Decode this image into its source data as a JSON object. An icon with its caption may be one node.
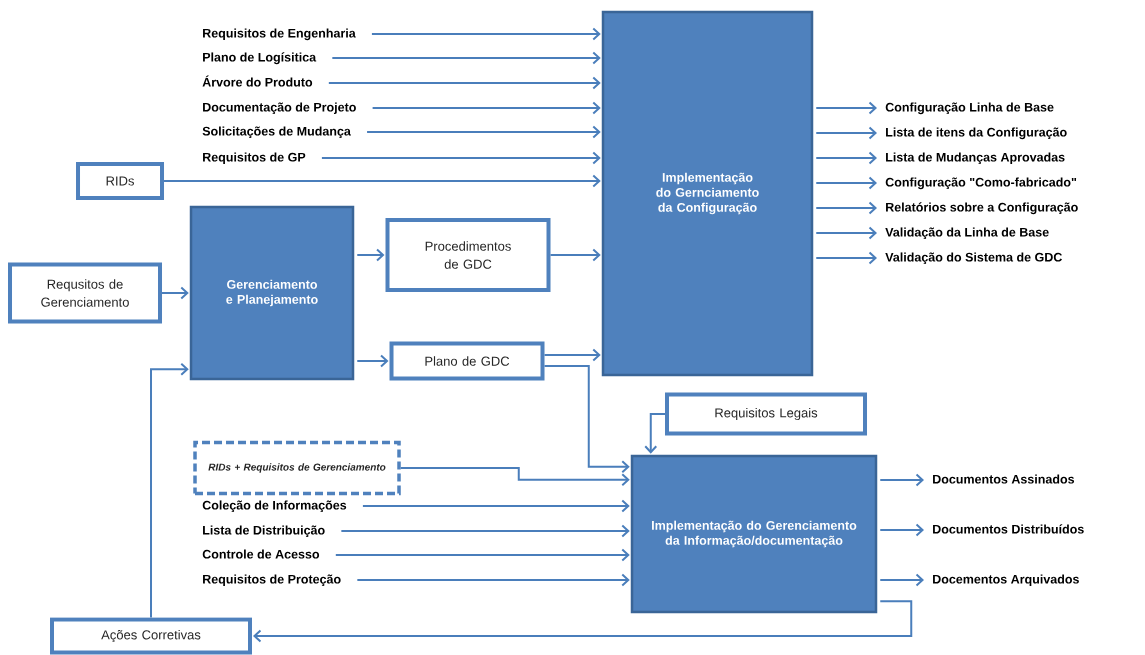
{
  "diagram": {
    "nodes": [
      {
        "text": [
          "Requisitos de Engenharia"
        ]
      },
      {
        "text": [
          "Plano de Logísitica"
        ]
      },
      {
        "text": [
          "Árvore do Produto"
        ]
      },
      {
        "text": [
          "Documentação de Projeto"
        ]
      },
      {
        "text": [
          "Solicitações de Mudança"
        ]
      },
      {
        "text": [
          "Requisitos de GP"
        ]
      },
      {
        "text": [
          "Implementação do Gernciamento da Configuração"
        ]
      },
      {
        "text": [
          "Configuração Linha de Base"
        ]
      },
      {
        "text": [
          "Lista de itens da Configuração"
        ]
      },
      {
        "text": [
          "Lista de Mudanças Aprovadas"
        ]
      },
      {
        "text": [
          "Configuração \"Como-fabricado\""
        ]
      },
      {
        "text": [
          "Relatórios sobre a Configuração"
        ]
      },
      {
        "text": [
          "Validação da Linha de Base"
        ]
      },
      {
        "text": [
          "Validação do Sistema de GDC"
        ]
      },
      {
        "text": [
          "RIDs"
        ]
      },
      {
        "text": [
          "Requsitos de Gerenciamento"
        ]
      },
      {
        "text": [
          "Gerenciamento e Planejamento"
        ]
      },
      {
        "text": [
          "Procedimentos de GDC"
        ]
      },
      {
        "text": [
          "Plano de GDC"
        ]
      },
      {
        "text": [
          "Requisitos Legais"
        ]
      },
      {
        "text": [
          "RIDs + Requisitos de Gerenciamento"
        ]
      },
      {
        "text": [
          "Coleção de Informações"
        ]
      },
      {
        "text": [
          "Lista de Distribuição"
        ]
      },
      {
        "text": [
          "Controle de Acesso"
        ]
      },
      {
        "text": [
          "Requisitos de Proteção"
        ]
      },
      {
        "text": [
          "Implementação do Gerenciamento da Informação/documentação"
        ]
      },
      {
        "text": [
          "Documentos Assinados"
        ]
      },
      {
        "text": [
          "Documentos Distribuídos"
        ]
      },
      {
        "text": [
          "Docementos Arquivados"
        ]
      },
      {
        "text": [
          "Ações Corretivas"
        ]
      }
    ],
    "edges": [
      {
        "from": 0,
        "to": 6,
        "arrow": "to"
      },
      {
        "from": 1,
        "to": 6,
        "arrow": "to"
      },
      {
        "from": 2,
        "to": 6,
        "arrow": "to"
      },
      {
        "from": 3,
        "to": 6,
        "arrow": "to"
      },
      {
        "from": 4,
        "to": 6,
        "arrow": "to"
      },
      {
        "from": 5,
        "to": 6,
        "arrow": "to"
      },
      {
        "from": 14,
        "to": 6,
        "arrow": "to"
      },
      {
        "from": 6,
        "to": 7,
        "arrow": "to"
      },
      {
        "from": 6,
        "to": 8,
        "arrow": "to"
      },
      {
        "from": 6,
        "to": 9,
        "arrow": "to"
      },
      {
        "from": 6,
        "to": 10,
        "arrow": "to"
      },
      {
        "from": 6,
        "to": 11,
        "arrow": "to"
      },
      {
        "from": 6,
        "to": 12,
        "arrow": "to"
      },
      {
        "from": 6,
        "to": 13,
        "arrow": "to"
      },
      {
        "from": 15,
        "to": 16,
        "arrow": "to"
      },
      {
        "from": 16,
        "to": 17,
        "arrow": "to"
      },
      {
        "from": 16,
        "to": 18,
        "arrow": "to"
      },
      {
        "from": 17,
        "to": 6,
        "arrow": "to"
      },
      {
        "from": 18,
        "to": 6,
        "arrow": "to"
      },
      {
        "from": 18,
        "to": 25,
        "arrow": "to"
      },
      {
        "from": 19,
        "to": 25,
        "arrow": "to"
      },
      {
        "from": 20,
        "to": 25,
        "arrow": "to"
      },
      {
        "from": 21,
        "to": 25,
        "arrow": "to"
      },
      {
        "from": 22,
        "to": 25,
        "arrow": "to"
      },
      {
        "from": 23,
        "to": 25,
        "arrow": "to"
      },
      {
        "from": 24,
        "to": 25,
        "arrow": "to"
      },
      {
        "from": 25,
        "to": 26,
        "arrow": "to"
      },
      {
        "from": 25,
        "to": 27,
        "arrow": "to"
      },
      {
        "from": 25,
        "to": 28,
        "arrow": "to"
      },
      {
        "from": 25,
        "to": 29,
        "arrow": "to"
      },
      {
        "from": 29,
        "to": 16,
        "arrow": "to"
      }
    ]
  }
}
